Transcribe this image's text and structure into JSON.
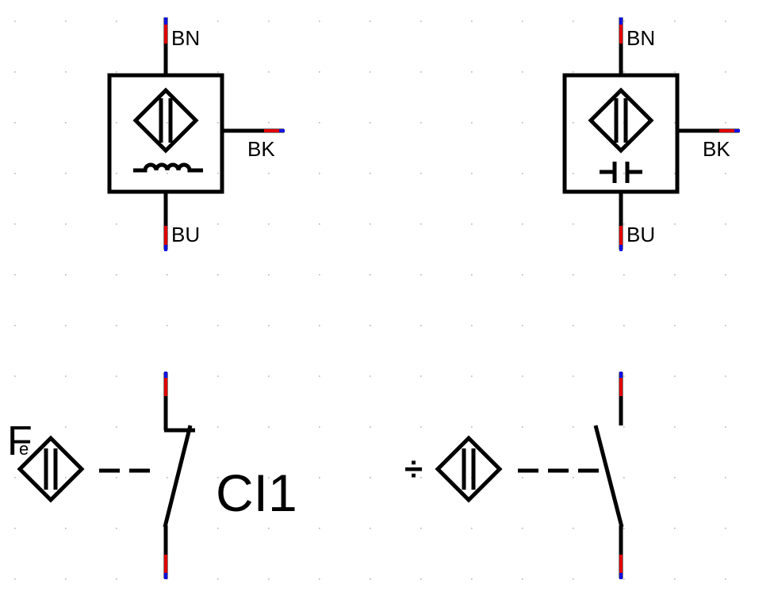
{
  "colors": {
    "stroke": "#000000",
    "pin_red": "#e00000",
    "pin_blue": "#1010e0",
    "grid_dot": "#b4b4b4",
    "background": "#ffffff"
  },
  "symbols": {
    "inductive_sensor": {
      "pin_top": "BN",
      "pin_right": "BK",
      "pin_bottom": "BU"
    },
    "capacitive_sensor": {
      "pin_top": "BN",
      "pin_right": "BK",
      "pin_bottom": "BU"
    },
    "contact_nc": {
      "actuator_letter": "F",
      "actuator_subscript": "e",
      "designator": "CI1"
    },
    "contact_no": {
      "actuator_mark": "÷"
    }
  }
}
